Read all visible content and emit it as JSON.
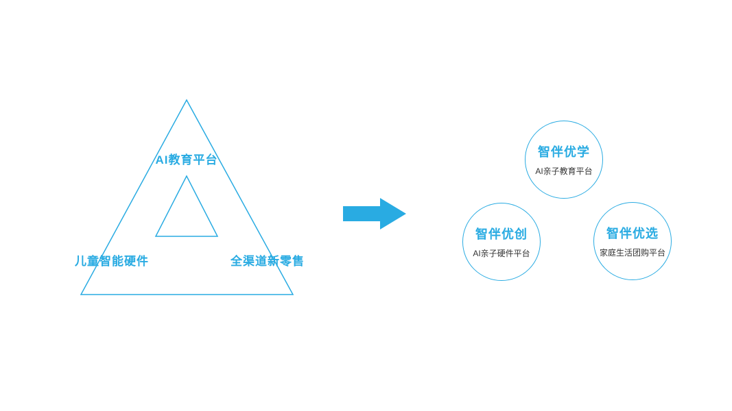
{
  "colors": {
    "accent": "#29abe2",
    "text_dark": "#333333",
    "background": "#ffffff"
  },
  "pyramid": {
    "top_label": "AI教育平台",
    "bottom_left_label": "儿童智能硬件",
    "bottom_right_label": "全渠道新零售"
  },
  "bubbles": [
    {
      "title": "智伴优学",
      "subtitle": "AI亲子教育平台"
    },
    {
      "title": "智伴优创",
      "subtitle": "AI亲子硬件平台"
    },
    {
      "title": "智伴优选",
      "subtitle": "家庭生活团购平台"
    }
  ]
}
